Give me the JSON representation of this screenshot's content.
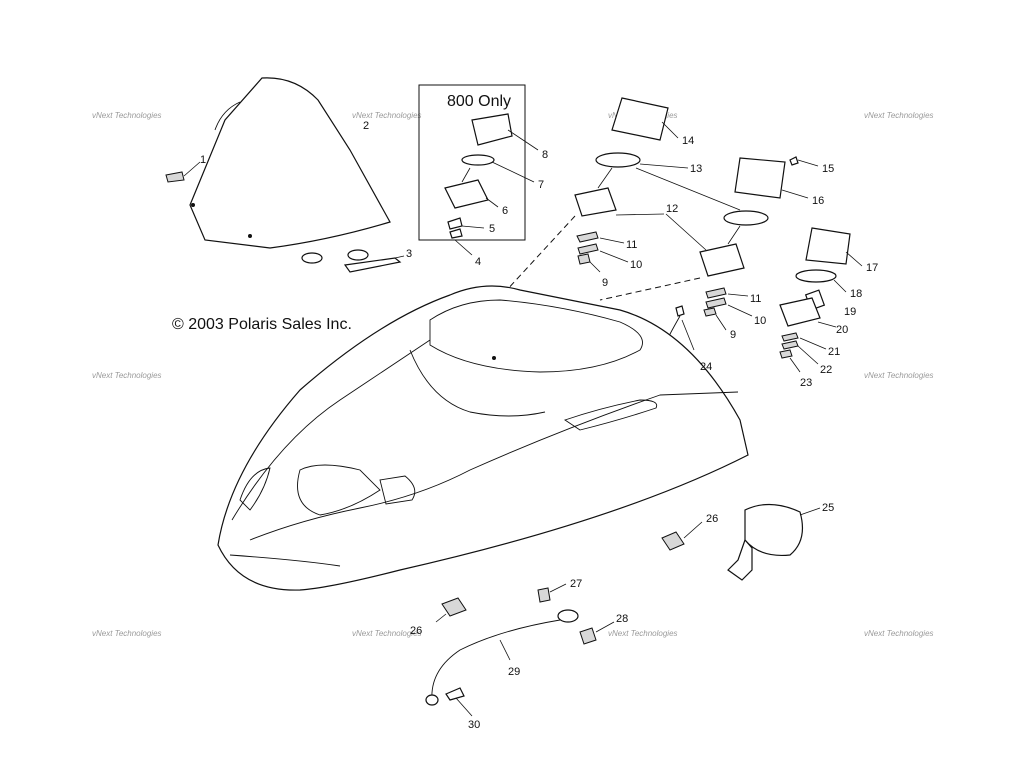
{
  "box_label": "800 Only",
  "copyright": "© 2003 Polaris Sales Inc.",
  "watermark": "vNext Technologies",
  "callouts": {
    "c1": "1",
    "c2": "2",
    "c3": "3",
    "c4": "4",
    "c5": "5",
    "c6": "6",
    "c7": "7",
    "c8": "8",
    "c9a": "9",
    "c9b": "9",
    "c10a": "10",
    "c10b": "10",
    "c11a": "11",
    "c11b": "11",
    "c12": "12",
    "c13": "13",
    "c14": "14",
    "c15": "15",
    "c16": "16",
    "c17": "17",
    "c18": "18",
    "c19": "19",
    "c20": "20",
    "c21": "21",
    "c22": "22",
    "c23": "23",
    "c24": "24",
    "c25": "25",
    "c26a": "26",
    "c26b": "26",
    "c27": "27",
    "c28": "28",
    "c29": "29",
    "c30": "30"
  }
}
